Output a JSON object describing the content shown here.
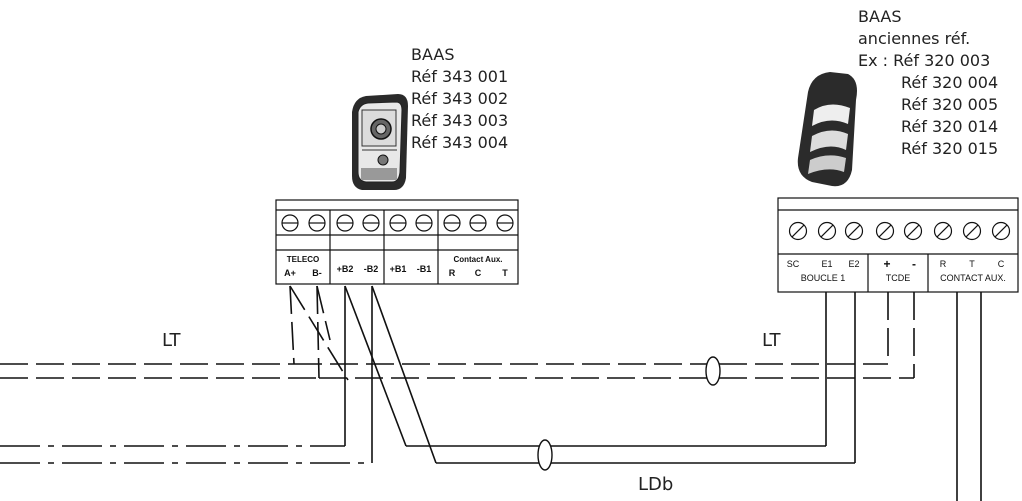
{
  "left_device": {
    "title": "BAAS",
    "refs": [
      "Réf 343 001",
      "Réf 343 002",
      "Réf 343 003",
      "Réf 343 004"
    ],
    "terminal_groups": [
      {
        "name": "TELECO",
        "pins": [
          "A+",
          "B-"
        ]
      },
      {
        "name": "",
        "pins": [
          "+B2",
          "-B2"
        ]
      },
      {
        "name": "",
        "pins": [
          "+B1",
          "-B1"
        ]
      },
      {
        "name": "Contact Aux.",
        "pins": [
          "R",
          "C",
          "T"
        ]
      }
    ]
  },
  "right_device": {
    "title": "BAAS",
    "subtitle": "anciennes réf.",
    "ex_prefix": "Ex :",
    "refs": [
      "Réf 320 003",
      "Réf 320 004",
      "Réf 320 005",
      "Réf 320 014",
      "Réf 320 015"
    ],
    "pin_labels": [
      "SC",
      "E1",
      "E2",
      "+",
      "-",
      "R",
      "T",
      "C"
    ],
    "group_labels": [
      "BOUCLE 1",
      "TCDE",
      "CONTACT AUX."
    ]
  },
  "lines": {
    "lt_left": "LT",
    "lt_right": "LT",
    "ldb": "LDb"
  }
}
